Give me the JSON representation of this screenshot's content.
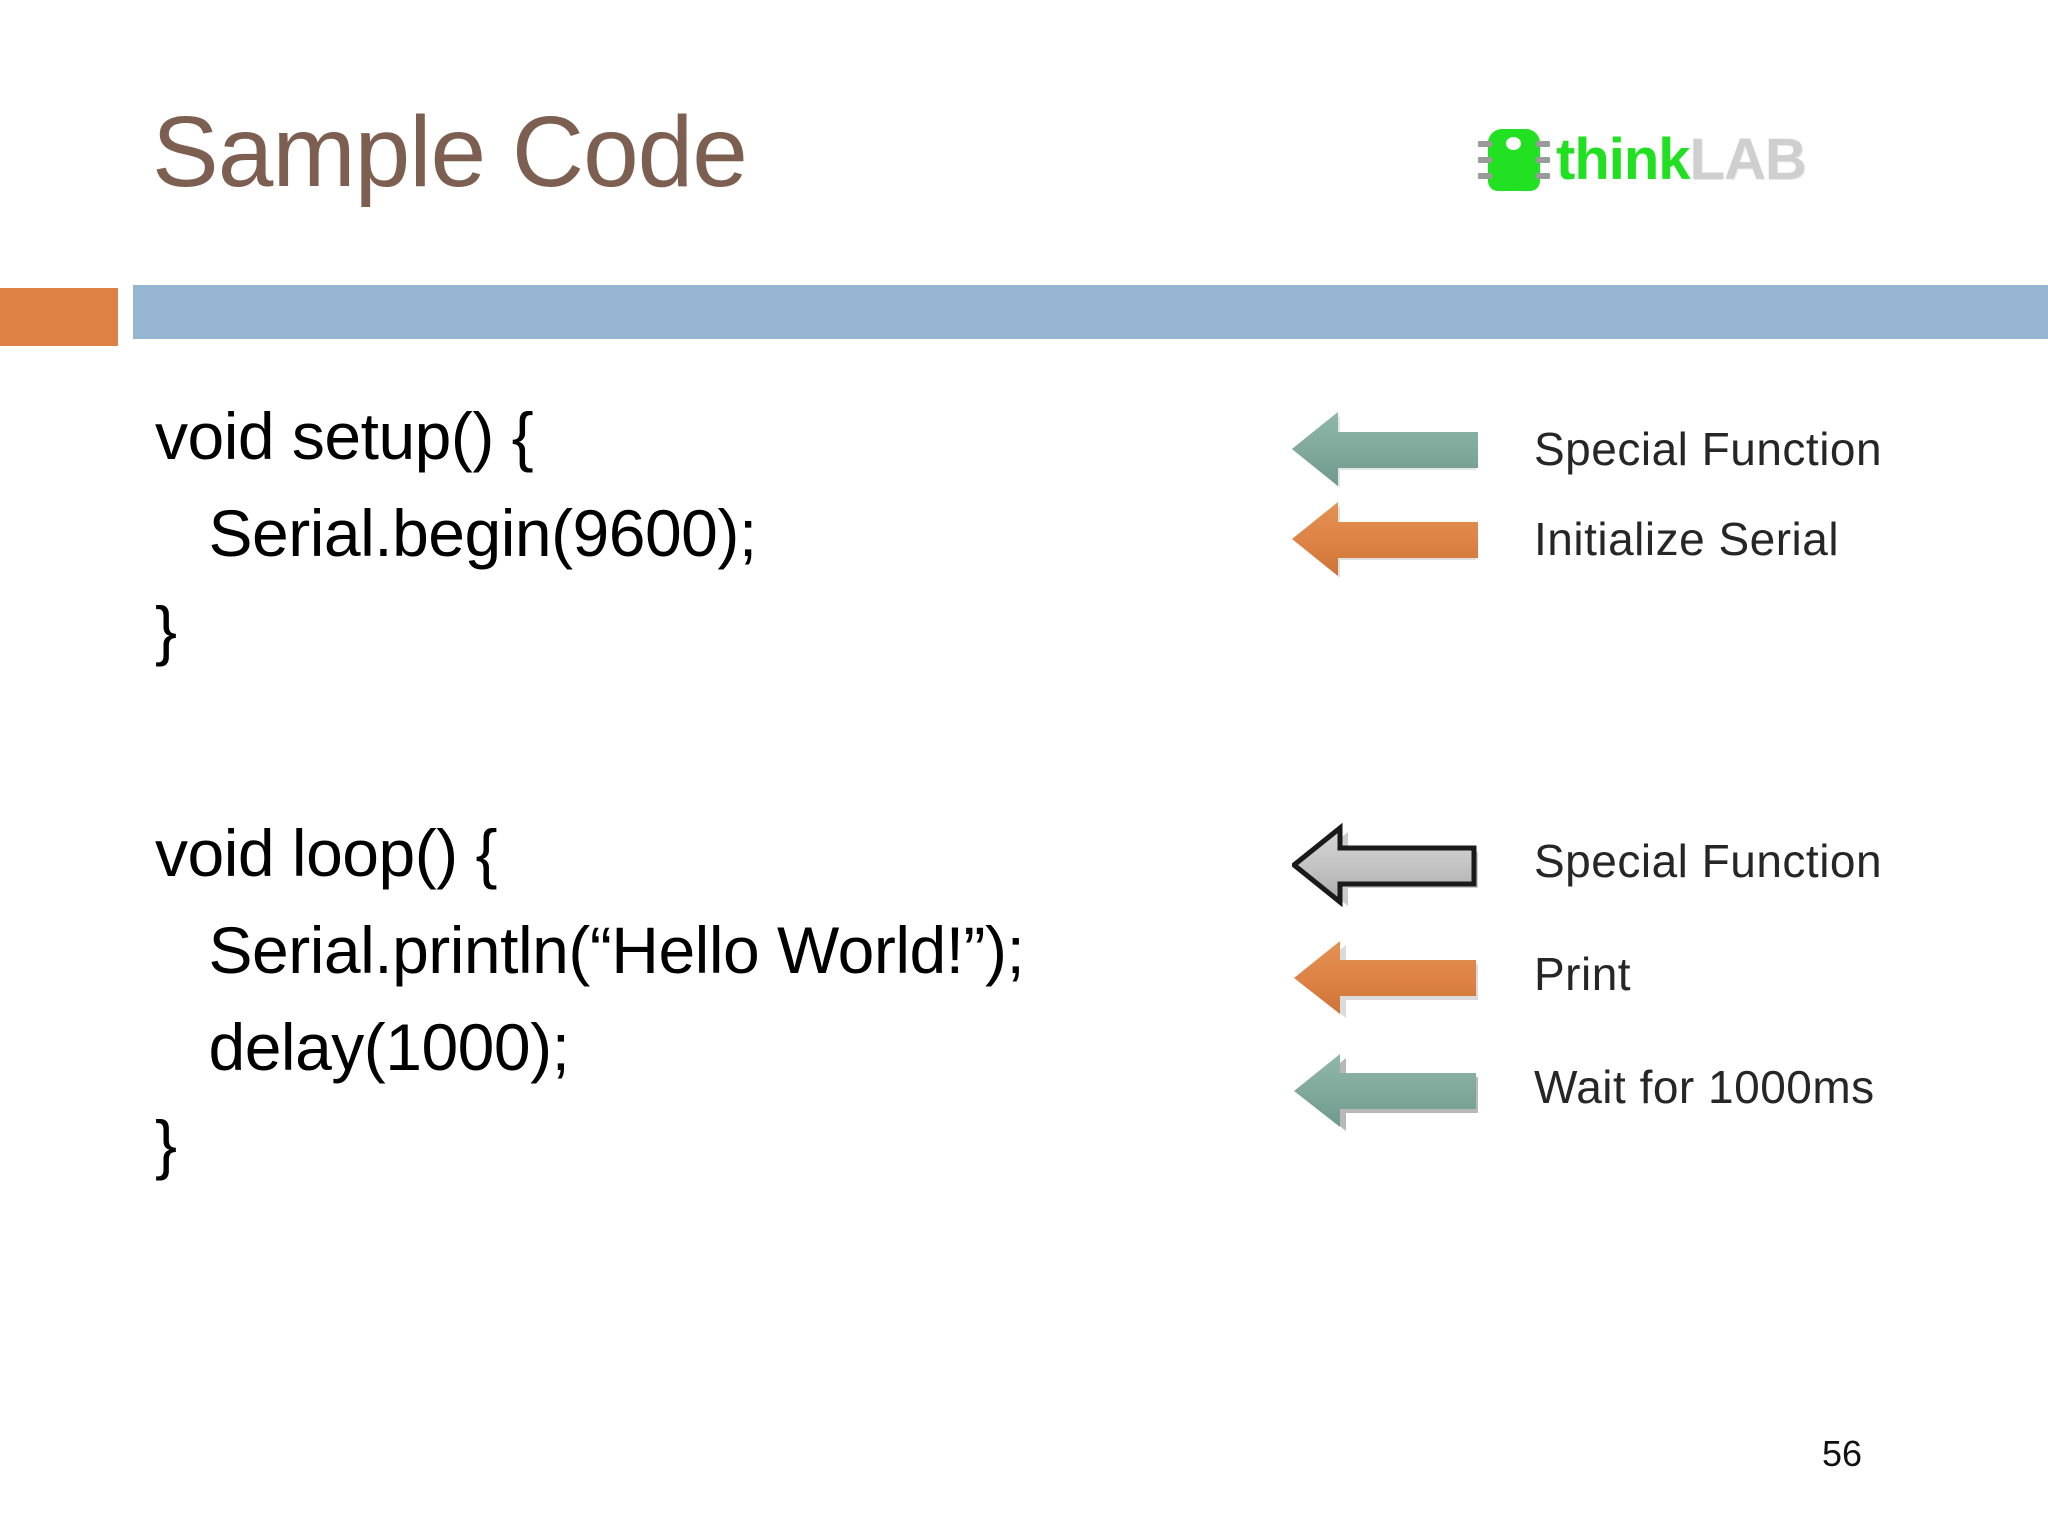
{
  "slide": {
    "title": "Sample Code",
    "page_number": "56",
    "title_color": "#7c5f50",
    "accent_orange": "#dd8244",
    "accent_blue": "#96b5d2"
  },
  "logo": {
    "icon": "green-chip-icon",
    "text_primary": "think",
    "text_secondary": "LAB",
    "color_primary": "#21df21",
    "color_secondary": "#cfcfcf"
  },
  "code": {
    "setup": "void setup() {\n   Serial.begin(9600);\n}",
    "loop": "void loop() {\n   Serial.println(“Hello World!”);\n   delay(1000);\n}"
  },
  "annotations": {
    "group_setup": [
      {
        "arrow_color": "#7fa89b",
        "arrow_style": "solid",
        "label": "Special Function"
      },
      {
        "arrow_color": "#dd8244",
        "arrow_style": "solid",
        "label": "Initialize Serial"
      }
    ],
    "group_loop": [
      {
        "arrow_color": "#bfbfbf",
        "arrow_style": "outlined",
        "label": "Special Function"
      },
      {
        "arrow_color": "#dd8244",
        "arrow_style": "solid",
        "label": "Print"
      },
      {
        "arrow_color": "#7fa89b",
        "arrow_style": "solid",
        "label": "Wait for 1000ms"
      }
    ]
  }
}
